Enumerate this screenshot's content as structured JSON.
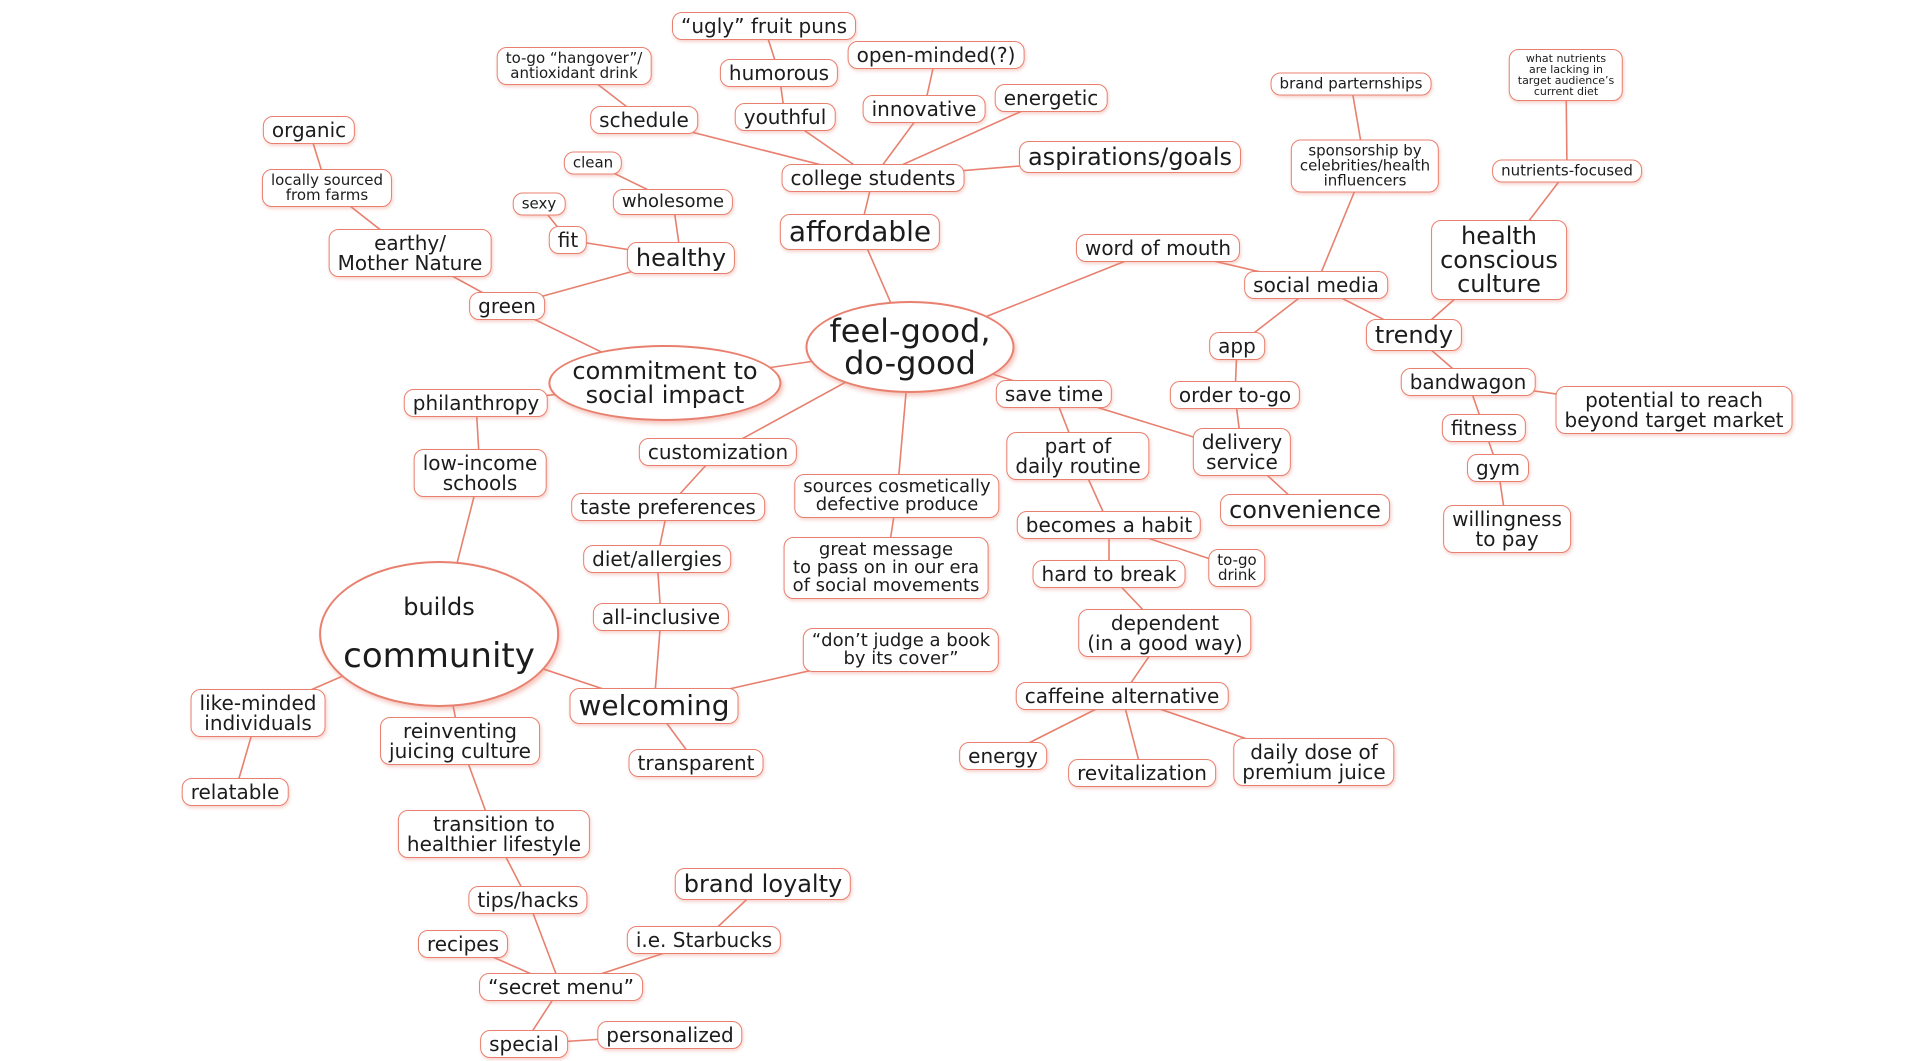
{
  "colors": {
    "stroke": "#e8806f",
    "text": "#1c1c1c",
    "background": "#ffffff"
  },
  "nodes": {
    "center": "feel-good,\ndo-good",
    "affordable": "affordable",
    "college_students": "college students",
    "ugly_fruit_puns": "“ugly” fruit puns",
    "humorous": "humorous",
    "youthful": "youthful",
    "open_minded": "open-minded(?)",
    "innovative": "innovative",
    "energetic": "energetic",
    "aspirations_goals": "aspirations/goals",
    "schedule": "schedule",
    "to_go_hangover": "to-go “hangover”/\nantioxidant drink",
    "word_of_mouth": "word of mouth",
    "social_media": "social media",
    "sponsorship": "sponsorship by\ncelebrities/health\ninfluencers",
    "brand_partnerships": "brand parternships",
    "app": "app",
    "order_to_go": "order to-go",
    "delivery_service": "delivery\nservice",
    "convenience": "convenience",
    "trendy": "trendy",
    "health_conscious": "health\nconscious\nculture",
    "nutrients_focused": "nutrients-focused",
    "what_nutrients": "what nutrients\nare lacking in\ntarget audience’s\ncurrent diet",
    "bandwagon": "bandwagon",
    "potential_reach": "potential to reach\nbeyond target market",
    "fitness": "fitness",
    "gym": "gym",
    "willingness_to_pay": "willingness\nto pay",
    "save_time": "save time",
    "part_of_routine": "part of\ndaily routine",
    "becomes_habit": "becomes a habit",
    "hard_to_break": "hard to break",
    "to_go_drink": "to-go\ndrink",
    "dependent": "dependent\n(in a good way)",
    "caffeine_alternative": "caffeine alternative",
    "energy": "energy",
    "revitalization": "revitalization",
    "daily_dose": "daily dose of\npremium juice",
    "sources_produce": "sources cosmetically\ndefective produce",
    "great_message": "great message\nto pass on in our era\nof social movements",
    "dont_judge": "“don’t judge a book\nby its cover”",
    "customization": "customization",
    "taste_preferences": "taste preferences",
    "diet_allergies": "diet/allergies",
    "all_inclusive": "all-inclusive",
    "welcoming": "welcoming",
    "transparent": "transparent",
    "commitment": "commitment to\nsocial impact",
    "green": "green",
    "earthy": "earthy/\nMother Nature",
    "locally_sourced": "locally sourced\nfrom farms",
    "organic": "organic",
    "healthy": "healthy",
    "fit": "fit",
    "sexy": "sexy",
    "wholesome": "wholesome",
    "clean": "clean",
    "philanthropy": "philanthropy",
    "low_income_schools": "low-income\nschools",
    "builds_prefix": "builds",
    "builds_main": "community",
    "like_minded": "like-minded\nindividuals",
    "relatable": "relatable",
    "reinventing": "reinventing\njuicing culture",
    "transition": "transition to\nhealthier lifestyle",
    "tips_hacks": "tips/hacks",
    "recipes": "recipes",
    "secret_menu": "“secret menu”",
    "special": "special",
    "personalized": "personalized",
    "i_e_starbucks": "i.e. Starbucks",
    "brand_loyalty": "brand loyalty"
  }
}
